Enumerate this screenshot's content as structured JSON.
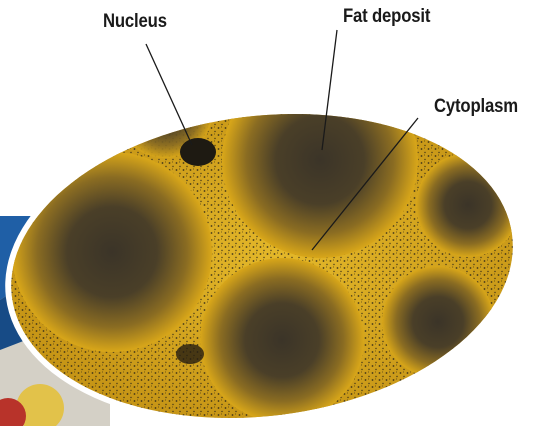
{
  "labels": {
    "nucleus": "Nucleus",
    "fat_deposit": "Fat deposit",
    "cytoplasm": "Cytoplasm"
  },
  "colors": {
    "cytoplasm_gold": "#d8a81a",
    "fat_gold": "#c89a1e",
    "fat_core": "#3b3428",
    "granules": "#2a2418",
    "rim": "#ffffff",
    "leader_line": "#1a1a1a"
  }
}
